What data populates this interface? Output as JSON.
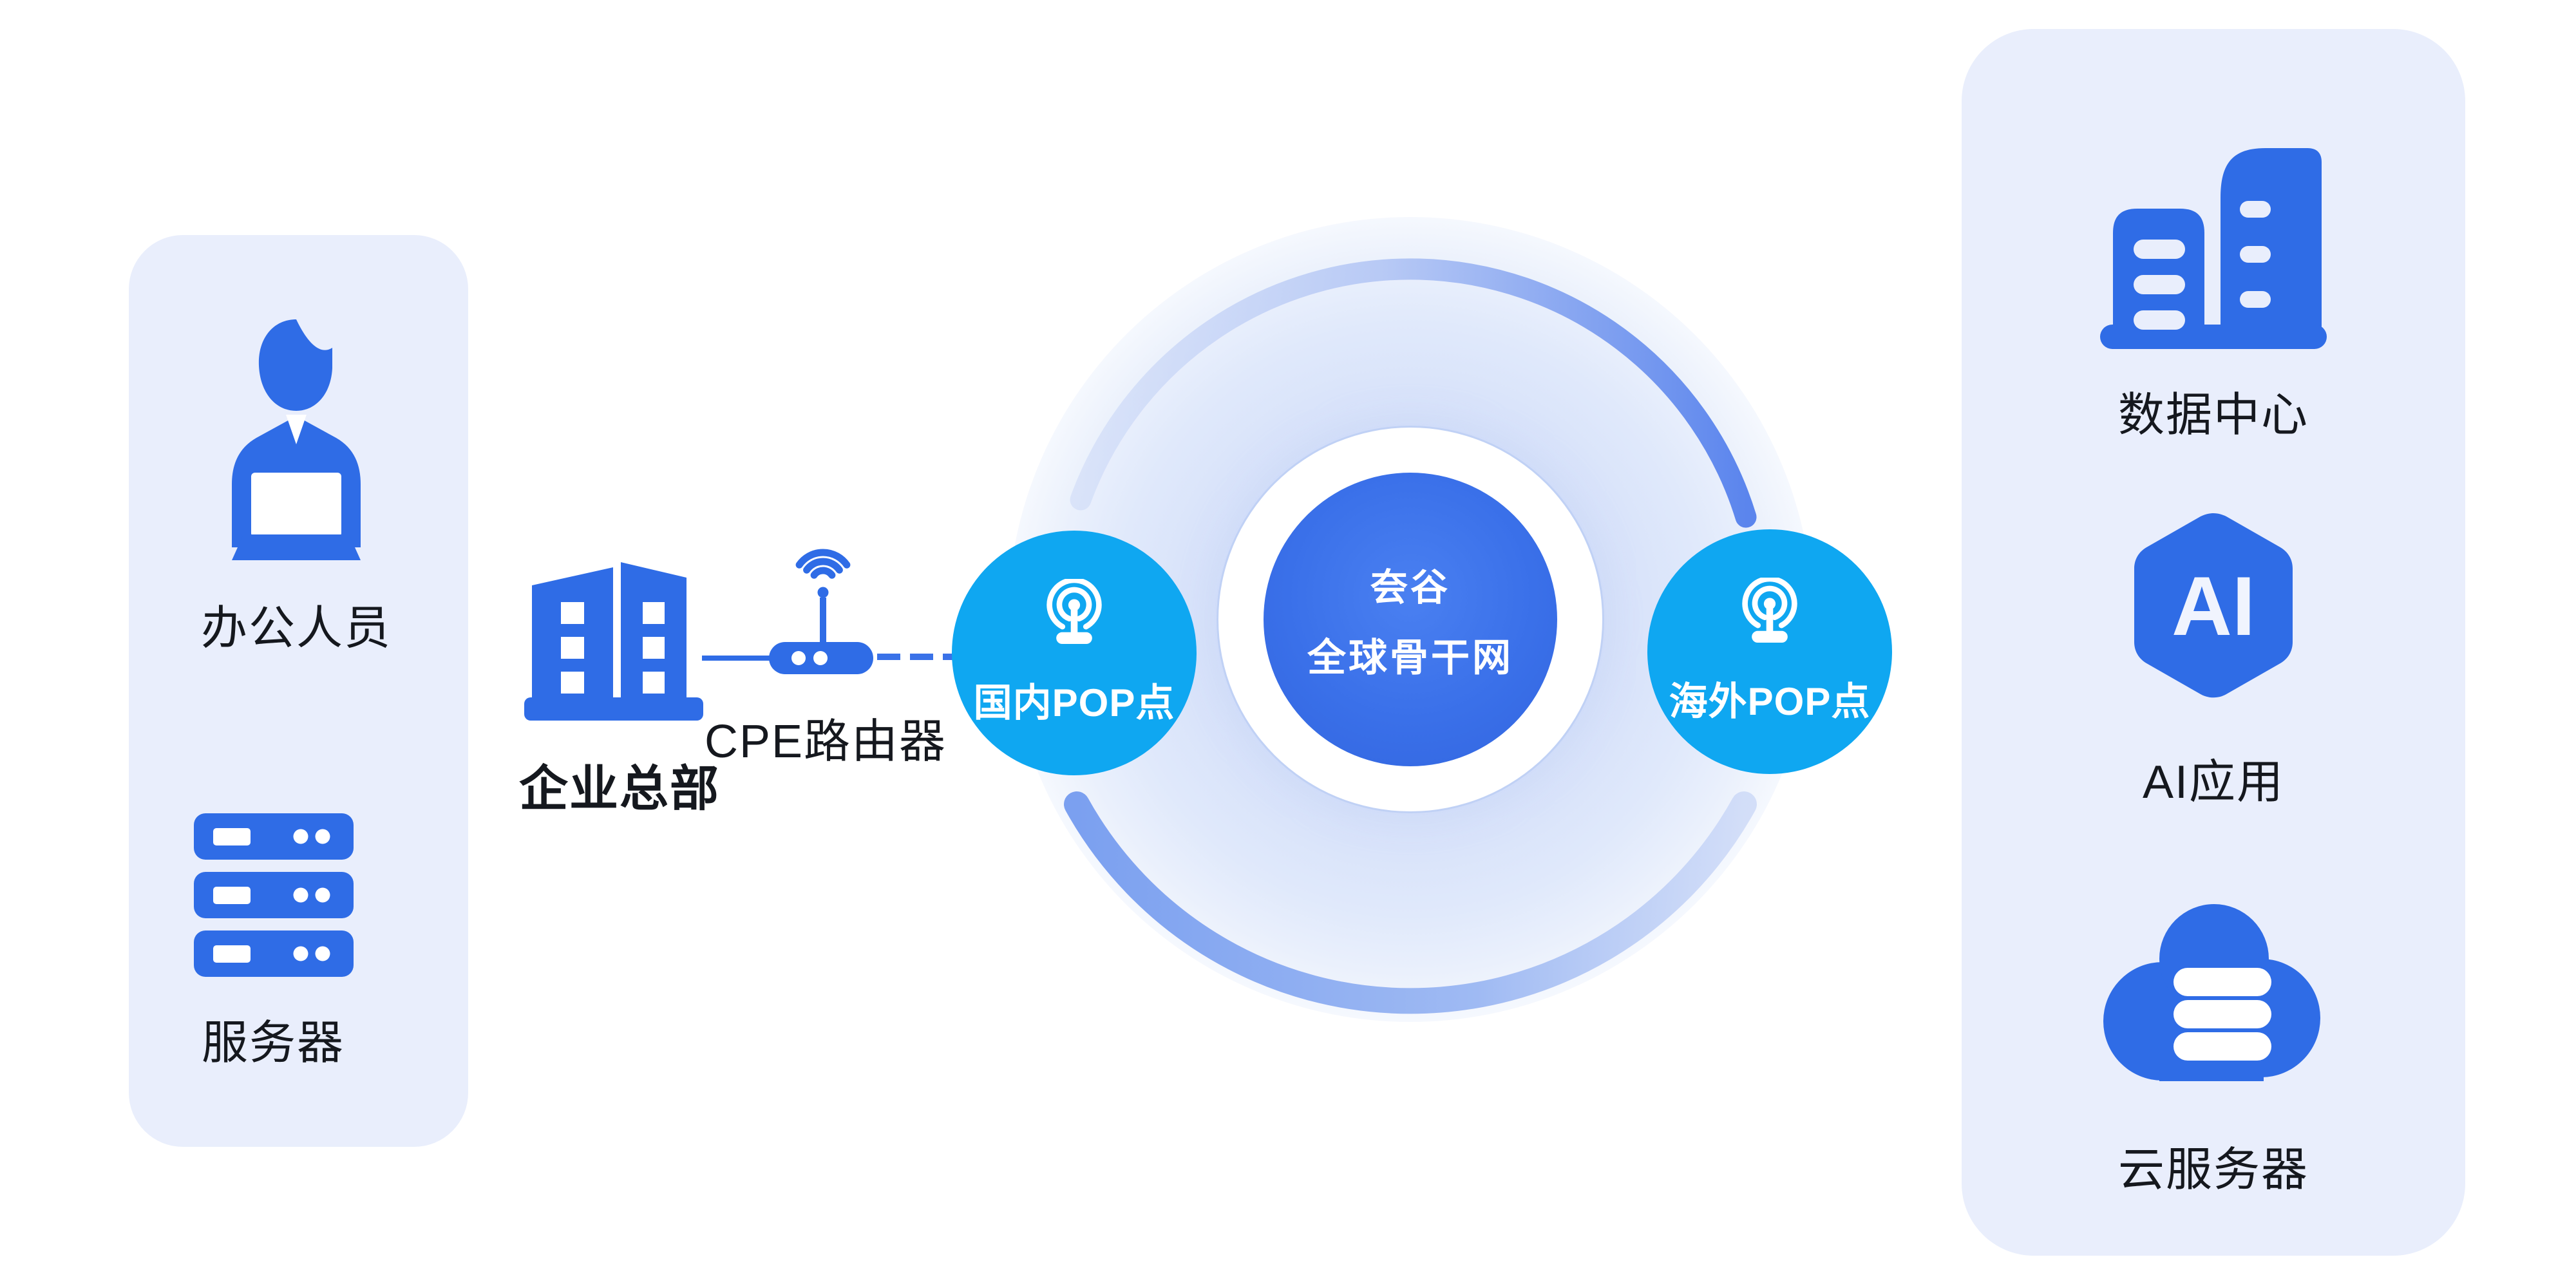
{
  "backbone": {
    "brand": "夽谷",
    "network_name": "全球骨干网"
  },
  "domestic_pop": {
    "label": "国内POP点"
  },
  "overseas_pop": {
    "label": "海外POP点"
  },
  "headquarters": {
    "label": "企业总部"
  },
  "cpe_router": {
    "label": "CPE路由器"
  },
  "left_panel": {
    "items": [
      {
        "icon": "office-worker",
        "label": "办公人员"
      },
      {
        "icon": "server-rack",
        "label": "服务器"
      }
    ]
  },
  "right_panel": {
    "items": [
      {
        "icon": "data-center-buildings",
        "label": "数据中心"
      },
      {
        "icon": "ai-hexagon",
        "label": "AI应用",
        "badge": "AI"
      },
      {
        "icon": "cloud-server",
        "label": "云服务器"
      }
    ]
  },
  "colors": {
    "primary_blue": "#2F6CE6",
    "core_circle_blue": "#3A70E9",
    "pop_azure": "#0FA7F1",
    "panel_background": "#E9EEFC",
    "connector_blue": "#3A72E8",
    "arc_gradient_light": "#CBD8F7",
    "arc_gradient_dark": "#5B85ED",
    "label_text": "#15181E",
    "background": "#FFFFFF"
  }
}
